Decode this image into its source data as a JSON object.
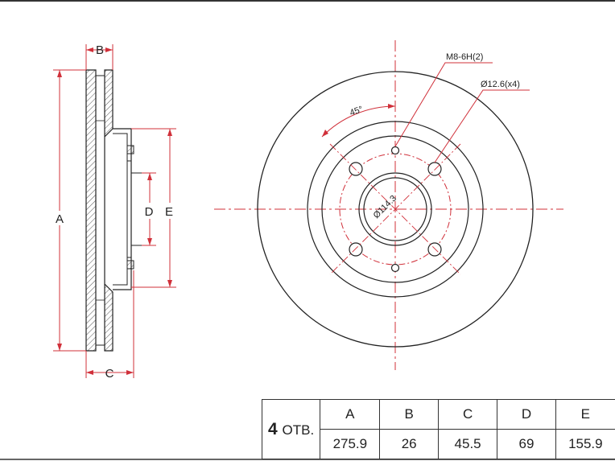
{
  "labels": {
    "A": "A",
    "B": "B",
    "C": "C",
    "D": "D",
    "E": "E",
    "thread": "M8-6H(2)",
    "hole": "Ø12.6(x4)",
    "pcd": "Ø114.3",
    "angle": "45°"
  },
  "table": {
    "holes_count": "4",
    "holes_unit": "ОТВ.",
    "headers": [
      "A",
      "B",
      "C",
      "D",
      "E"
    ],
    "values": [
      "275.9",
      "26",
      "45.5",
      "69",
      "155.9"
    ]
  },
  "colors": {
    "dimension": "#d0303a",
    "line": "#222222"
  }
}
